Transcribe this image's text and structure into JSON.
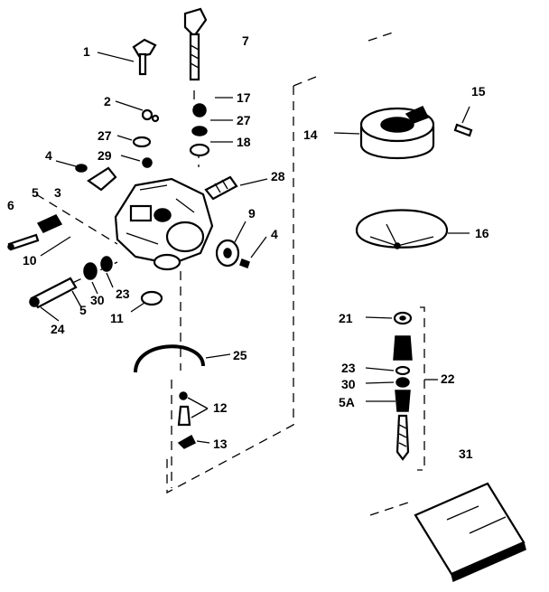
{
  "labels": {
    "p1": "1",
    "p2": "2",
    "p3": "3",
    "p4a": "4",
    "p4b": "4",
    "p5a": "5",
    "p5b": "5",
    "p5A": "5A",
    "p6": "6",
    "p7": "7",
    "p9": "9",
    "p10": "10",
    "p11": "11",
    "p12": "12",
    "p13": "13",
    "p14": "14",
    "p15": "15",
    "p16": "16",
    "p17": "17",
    "p18": "18",
    "p21": "21",
    "p22": "22",
    "p23a": "23",
    "p23b": "23",
    "p24": "24",
    "p25": "25",
    "p27a": "27",
    "p27b": "27",
    "p28": "28",
    "p29": "29",
    "p30a": "30",
    "p30b": "30",
    "p31": "31"
  }
}
